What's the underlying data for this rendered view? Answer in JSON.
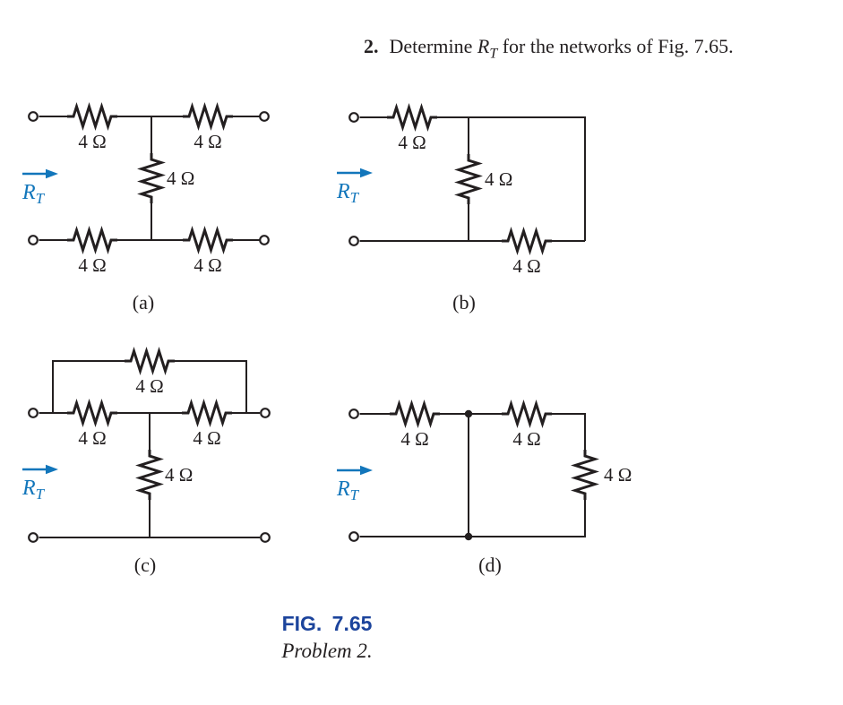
{
  "colors": {
    "ink": "#231f20",
    "accent_blue": "#1276bb",
    "caption_navy": "#1c449c"
  },
  "problem": {
    "number": "2.",
    "text_before": "Determine",
    "text_after": "for the networks of Fig. 7.65."
  },
  "rt_label": {
    "base": "R",
    "sub": "T"
  },
  "circuits": {
    "a": {
      "label": "(a)",
      "resistors": [
        "4 Ω",
        "4 Ω",
        "4 Ω",
        "4 Ω",
        "4 Ω"
      ]
    },
    "b": {
      "label": "(b)",
      "resistors": [
        "4 Ω",
        "4 Ω",
        "4 Ω"
      ]
    },
    "c": {
      "label": "(c)",
      "resistors": [
        "4 Ω",
        "4 Ω",
        "4 Ω",
        "4 Ω"
      ]
    },
    "d": {
      "label": "(d)",
      "resistors": [
        "4 Ω",
        "4 Ω",
        "4 Ω"
      ]
    }
  },
  "caption": {
    "figure": "FIG. 7.65",
    "problem": "Problem 2."
  }
}
